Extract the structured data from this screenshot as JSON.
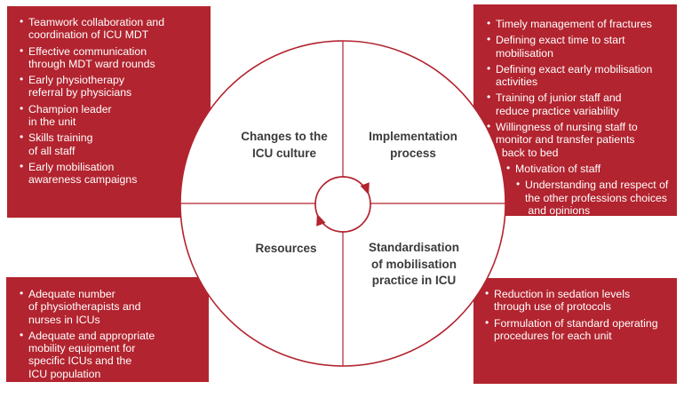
{
  "figure": {
    "type": "four-quadrant cycle diagram",
    "topic": "Factors influencing early mobilisation practice in ICU"
  },
  "colors": {
    "red": "#b2242f",
    "label_text": "#3b3b3c",
    "panel_text": "#ffffff",
    "background": "#ffffff"
  },
  "icons": {
    "bullet_char": "•",
    "cycle_arrows": "clockwise-cycle-arrows"
  },
  "quadrants": {
    "top_left": {
      "label": "Changes to the\nICU culture"
    },
    "top_right": {
      "label": "Implementation\nprocess"
    },
    "bottom_left": {
      "label": "Resources"
    },
    "bottom_right": {
      "label": "Standardisation\nof mobilisation\npractice in ICU"
    }
  },
  "panels": {
    "top_left": {
      "items": [
        {
          "text": "Teamwork collaboration and\ncoordination of ICU MDT",
          "indent": 0
        },
        {
          "text": "Effective communication\nthrough MDT ward rounds",
          "indent": 0
        },
        {
          "text": "Early physiotherapy\nreferral by physicians",
          "indent": 0
        },
        {
          "text": "Champion leader\nin the unit",
          "indent": 0
        },
        {
          "text": "Skills training\nof all staff",
          "indent": 0
        },
        {
          "text": "Early mobilisation\nawareness campaigns",
          "indent": 0
        }
      ]
    },
    "top_right": {
      "items": [
        {
          "text": "Timely management of fractures",
          "indent": 0
        },
        {
          "text": "Defining exact time to start\nmobilisation",
          "indent": 0
        },
        {
          "text": "Defining exact early mobilisation\nactivities",
          "indent": 0
        },
        {
          "text": "Training of junior staff and\nreduce practice variability",
          "indent": 0
        },
        {
          "text": "Willingness of nursing staff to\nmonitor and transfer patients\n  back to bed",
          "indent": 0
        },
        {
          "text": "Motivation of staff",
          "indent": 1
        },
        {
          "text": "Understanding and respect of\nthe other professions choices\n and opinions",
          "indent": 2
        }
      ]
    },
    "bottom_left": {
      "items": [
        {
          "text": "Adequate number\nof physiotherapists and\nnurses in ICUs",
          "indent": 0
        },
        {
          "text": "Adequate and appropriate\nmobility equipment for\nspecific ICUs and the\nICU population",
          "indent": 0
        }
      ]
    },
    "bottom_right": {
      "items": [
        {
          "text": "Reduction in sedation levels\nthrough use of protocols",
          "indent": 0
        },
        {
          "text": "Formulation of standard operating\nprocedures for each unit",
          "indent": 0
        }
      ]
    }
  }
}
